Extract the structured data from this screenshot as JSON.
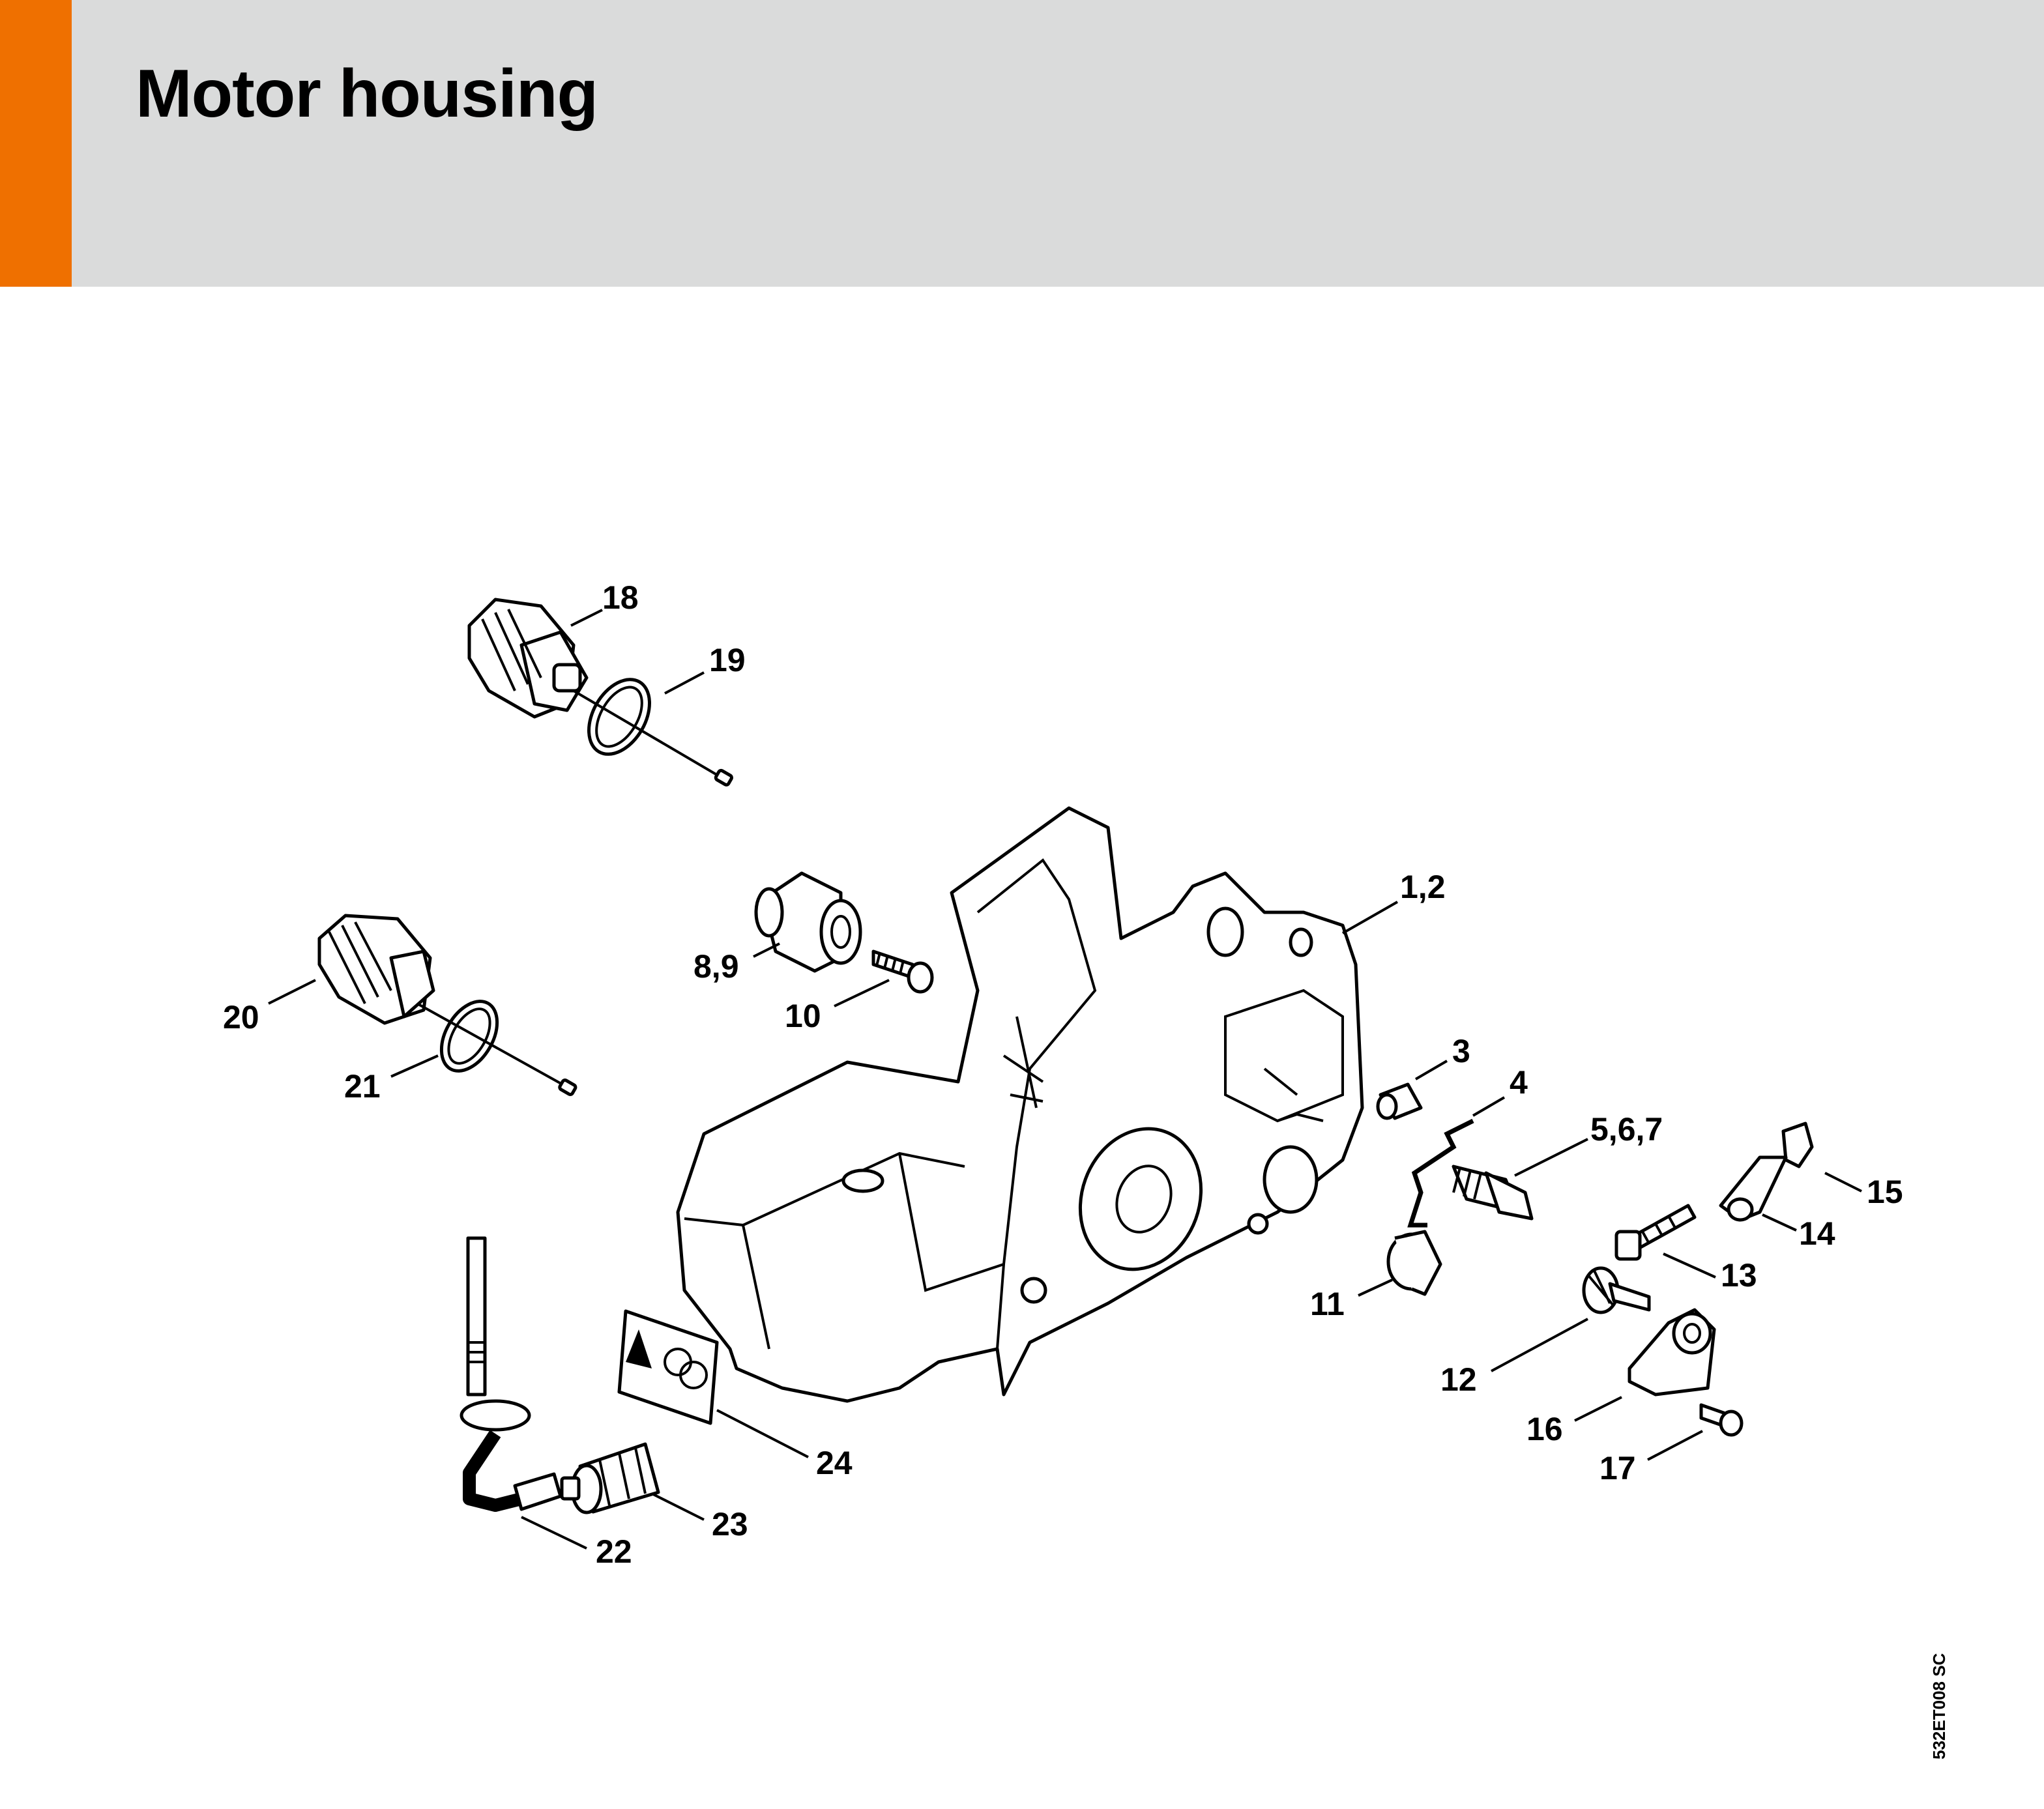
{
  "header": {
    "title": "Motor housing",
    "accent_color": "#ef7000",
    "background_color": "#dadbdb"
  },
  "callouts": {
    "c18": "18",
    "c19": "19",
    "c1_2": "1,2",
    "c8_9": "8,9",
    "c10": "10",
    "c20": "20",
    "c21": "21",
    "c3": "3",
    "c4": "4",
    "c5_6_7": "5,6,7",
    "c15": "15",
    "c14": "14",
    "c13": "13",
    "c11": "11",
    "c12": "12",
    "c16": "16",
    "c17": "17",
    "c24": "24",
    "c23": "23",
    "c22": "22"
  },
  "drawing_code": "532ET008 SC"
}
